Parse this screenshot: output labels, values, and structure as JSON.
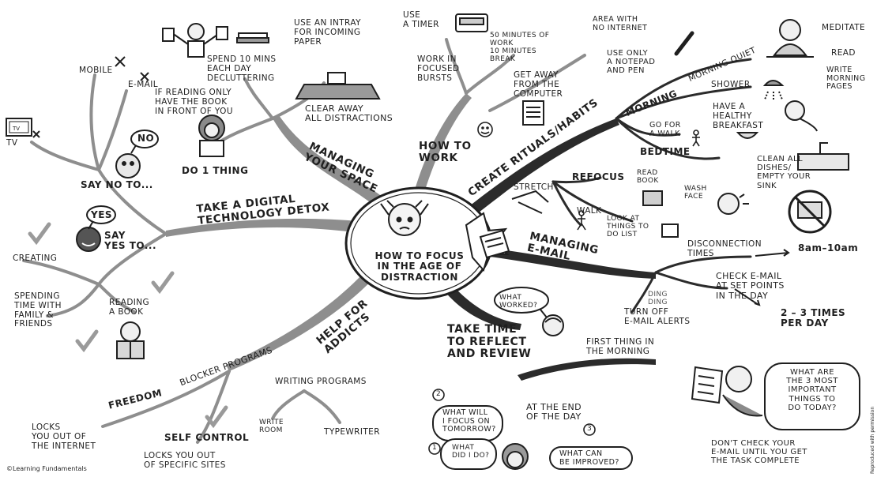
{
  "center": {
    "title": "HOW TO FOCUS\nIN THE AGE OF\nDISTRACTION"
  },
  "branches": {
    "digital_detox": "TAKE A DIGITAL\nTECHNOLOGY DETOX",
    "managing_space": "MANAGING\nYOUR SPACE",
    "how_to_work": "HOW TO\nWORK",
    "rituals": "CREATE RITUALS/HABITS",
    "managing_email": "MANAGING\nE-MAIL",
    "reflect": "TAKE TIME\nTO REFLECT\nAND REVIEW",
    "help_addicts": "HELP FOR\nADDICTS"
  },
  "detox": {
    "say_no": "SAY NO TO...",
    "no_bubble": "NO",
    "mobile": "MOBILE",
    "email": "E-MAIL",
    "tv": "TV",
    "tv_screen": "TV",
    "say_yes": "SAY\nYES TO...",
    "yes_bubble": "YES",
    "creating": "CREATING",
    "spending": "SPENDING\nTIME WITH\nFAMILY &\nFRIENDS",
    "reading": "READING\nA BOOK"
  },
  "space": {
    "intray": "USE AN INTRAY\nFOR INCOMING\nPAPER",
    "declutter": "SPEND 10 MINS\nEACH DAY\nDECLUTTERING",
    "clear": "CLEAR AWAY\nALL DISTRACTIONS",
    "reading_only": "IF READING ONLY\nHAVE THE BOOK\nIN FRONT OF YOU",
    "one_thing": "DO 1 THING"
  },
  "work": {
    "timer": "USE\nA TIMER",
    "minutes": "50 MINUTES OF\nWORK\n10 MINUTES\nBREAK",
    "bursts": "WORK IN\nFOCUSED\nBURSTS",
    "area": "AREA WITH\nNO INTERNET",
    "notepad": "USE ONLY\nA NOTEPAD\nAND PEN",
    "get_away": "GET AWAY\nFROM THE\nCOMPUTER"
  },
  "rituals": {
    "morning": "MORNING",
    "morning_quiet": "MORNING QUIET",
    "meditate": "MEDITATE",
    "read": "READ",
    "write_pages": "WRITE\nMORNING\nPAGES",
    "shower": "SHOWER",
    "breakfast": "HAVE A\nHEALTHY\nBREAKFAST",
    "walk_am": "GO FOR\nA WALK",
    "bedtime": "BEDTIME",
    "clean": "CLEAN ALL\nDISHES/\nEMPTY YOUR\nSINK",
    "read_book": "READ\nBOOK",
    "wash_face": "WASH\nFACE",
    "refocus": "REFOCUS",
    "stretch": "STRETCH",
    "walk": "WALK",
    "todo": "LOOK AT\nTHINGS TO\nDO LIST"
  },
  "email": {
    "disconnection": "DISCONNECTION\nTIMES",
    "hours": "8am–10am",
    "check": "CHECK E-MAIL\nAT SET POINTS\nIN THE DAY",
    "times": "2 – 3 TIMES\nPER DAY",
    "ding": "DING\nDING",
    "alerts": "TURN OFF\nE-MAIL ALERTS"
  },
  "reflect": {
    "what_worked": "WHAT\nWORKED?",
    "first_thing": "FIRST THING IN\nTHE MORNING",
    "important": "WHAT ARE\nTHE 3 MOST\nIMPORTANT\nTHINGS TO\nDO TODAY?",
    "dont_check": "DON'T CHECK YOUR\nE-MAIL UNTIL YOU GET\nTHE TASK COMPLETE",
    "end_of_day": "AT THE END\nOF THE DAY",
    "q1": "WHAT\nDID I DO?",
    "q2": "WHAT WILL\nI FOCUS ON\nTOMORROW?",
    "q3": "WHAT CAN\nBE IMPROVED?",
    "n1": "1",
    "n2": "2",
    "n3": "3"
  },
  "addicts": {
    "blocker": "BLOCKER PROGRAMS",
    "freedom": "FREEDOM",
    "locks_internet": "LOCKS\nYOU OUT OF\nTHE INTERNET",
    "self_control": "SELF CONTROL",
    "locks_sites": "LOCKS YOU OUT\nOF SPECIFIC SITES",
    "writing": "WRITING PROGRAMS",
    "write_room": "WRITE\nROOM",
    "typewriter": "TYPEWRITER"
  },
  "footer": {
    "copyright": "©Learning Fundamentals",
    "side_credit": "Reproduced with permission"
  },
  "colors": {
    "branch": "#8c8c8c",
    "ink": "#1f1f1f",
    "dark_branch": "#2b2b2b"
  }
}
